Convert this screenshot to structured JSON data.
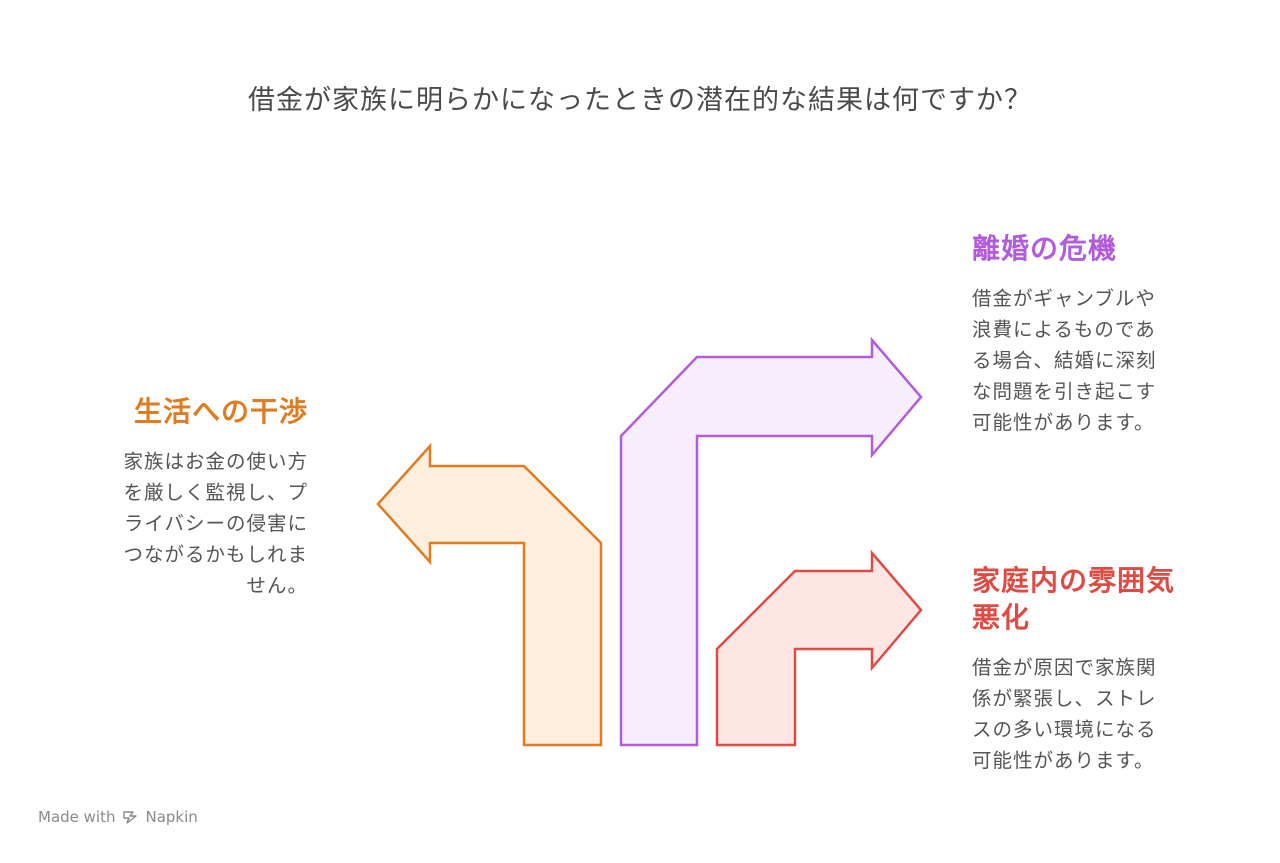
{
  "title": "借金が家族に明らかになったときの潜在的な結果は何ですか？",
  "colors": {
    "orange": "#e07b22",
    "orange_fill": "#fdeedd",
    "purple": "#b25bdc",
    "purple_fill": "#f7eefd",
    "red": "#dd4b44",
    "red_fill": "#fde6e4"
  },
  "left": {
    "heading": "生活への干渉",
    "desc": [
      "家族はお金の使い方",
      "を厳しく監視し、プ",
      "ライバシーの侵害に",
      "つながるかもしれま",
      "せん。"
    ]
  },
  "top_right": {
    "heading": "離婚の危機",
    "desc": [
      "借金がギャンブルや",
      "浪費によるものであ",
      "る場合、結婚に深刻",
      "な問題を引き起こす",
      "可能性があります。"
    ]
  },
  "bottom_right": {
    "heading": [
      "家庭内の雰囲気",
      "悪化"
    ],
    "desc": [
      "借金が原因で家族関",
      "係が緊張し、ストレ",
      "スの多い環境になる",
      "可能性があります。"
    ]
  },
  "footer": {
    "made_with": "Made with",
    "brand": "Napkin",
    "icon": "napkin-logo-icon"
  }
}
